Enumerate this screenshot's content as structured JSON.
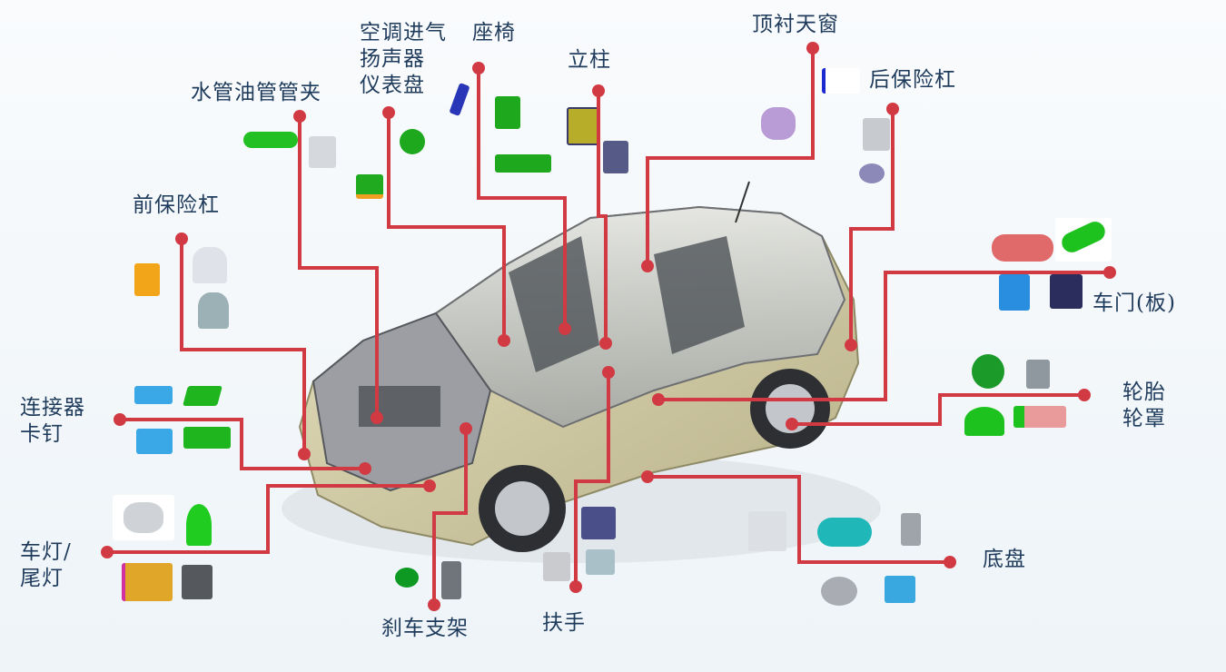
{
  "title": "汽车卡扣应用部位示意图",
  "accent_color": "#d23a43",
  "text_color": "#1f3b5c",
  "car_color": "#cfc9a0",
  "callouts": [
    {
      "id": "front-bumper",
      "lines": [
        "前保险杠"
      ]
    },
    {
      "id": "pipe-clamp",
      "lines": [
        "水管油管管夹"
      ]
    },
    {
      "id": "ac-speaker-dash",
      "lines": [
        "空调进气",
        "扬声器",
        "仪表盘"
      ]
    },
    {
      "id": "seat",
      "lines": [
        "座椅"
      ]
    },
    {
      "id": "pillar",
      "lines": [
        "立柱"
      ]
    },
    {
      "id": "headliner-sunroof",
      "lines": [
        "顶衬天窗"
      ]
    },
    {
      "id": "rear-bumper",
      "lines": [
        "后保险杠"
      ]
    },
    {
      "id": "door-panel",
      "lines": [
        "车门(板)"
      ]
    },
    {
      "id": "tire-wheelhouse",
      "lines": [
        "轮胎",
        "轮罩"
      ]
    },
    {
      "id": "chassis",
      "lines": [
        "底盘"
      ]
    },
    {
      "id": "armrest",
      "lines": [
        "扶手"
      ]
    },
    {
      "id": "brake-bracket",
      "lines": [
        "刹车支架"
      ]
    },
    {
      "id": "lamp",
      "lines": [
        "车灯/",
        "尾灯"
      ]
    },
    {
      "id": "connector-clip",
      "lines": [
        "连接器",
        "卡钉"
      ]
    }
  ]
}
